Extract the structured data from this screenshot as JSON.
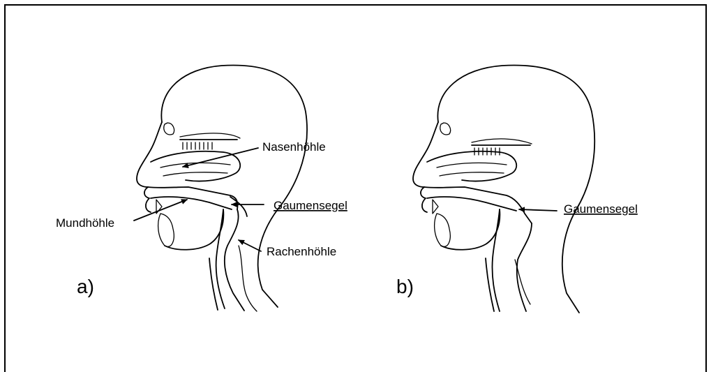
{
  "panel_a": {
    "label": "a)",
    "annotations": {
      "nasal_cavity": "Nasenhöhle",
      "oral_cavity": "Mundhöhle",
      "soft_palate": "Gaumensegel",
      "pharynx": "Rachenhöhle"
    }
  },
  "panel_b": {
    "label": "b)",
    "annotations": {
      "soft_palate": "Gaumensegel"
    }
  }
}
